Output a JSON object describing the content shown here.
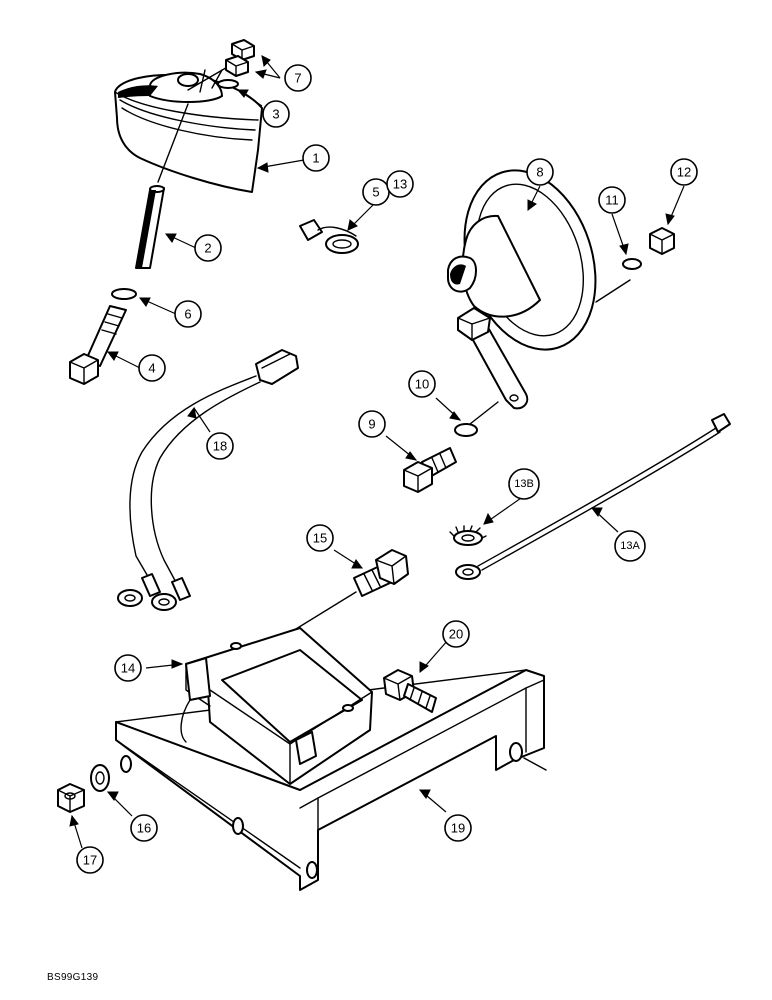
{
  "drawing_code": "BS99G139",
  "callouts": [
    {
      "id": "c1",
      "label": "1"
    },
    {
      "id": "c2",
      "label": "2"
    },
    {
      "id": "c3",
      "label": "3"
    },
    {
      "id": "c4",
      "label": "4"
    },
    {
      "id": "c5",
      "label": "5"
    },
    {
      "id": "c6",
      "label": "6"
    },
    {
      "id": "c7",
      "label": "7"
    },
    {
      "id": "c8",
      "label": "8"
    },
    {
      "id": "c9",
      "label": "9"
    },
    {
      "id": "c10",
      "label": "10"
    },
    {
      "id": "c11",
      "label": "11"
    },
    {
      "id": "c12",
      "label": "12"
    },
    {
      "id": "c13",
      "label": "13"
    },
    {
      "id": "c13A",
      "label": "13A"
    },
    {
      "id": "c13B",
      "label": "13B"
    },
    {
      "id": "c14",
      "label": "14"
    },
    {
      "id": "c15",
      "label": "15"
    },
    {
      "id": "c16",
      "label": "16"
    },
    {
      "id": "c17",
      "label": "17"
    },
    {
      "id": "c18",
      "label": "18"
    },
    {
      "id": "c19",
      "label": "19"
    },
    {
      "id": "c20",
      "label": "20"
    }
  ],
  "icons": [
    "horn-left-icon",
    "horn-right-icon",
    "relay-icon",
    "mounting-bracket-icon",
    "wire-harness-icon",
    "ground-wire-icon",
    "bolt-icon",
    "nut-icon",
    "washer-icon",
    "spacer-icon"
  ]
}
